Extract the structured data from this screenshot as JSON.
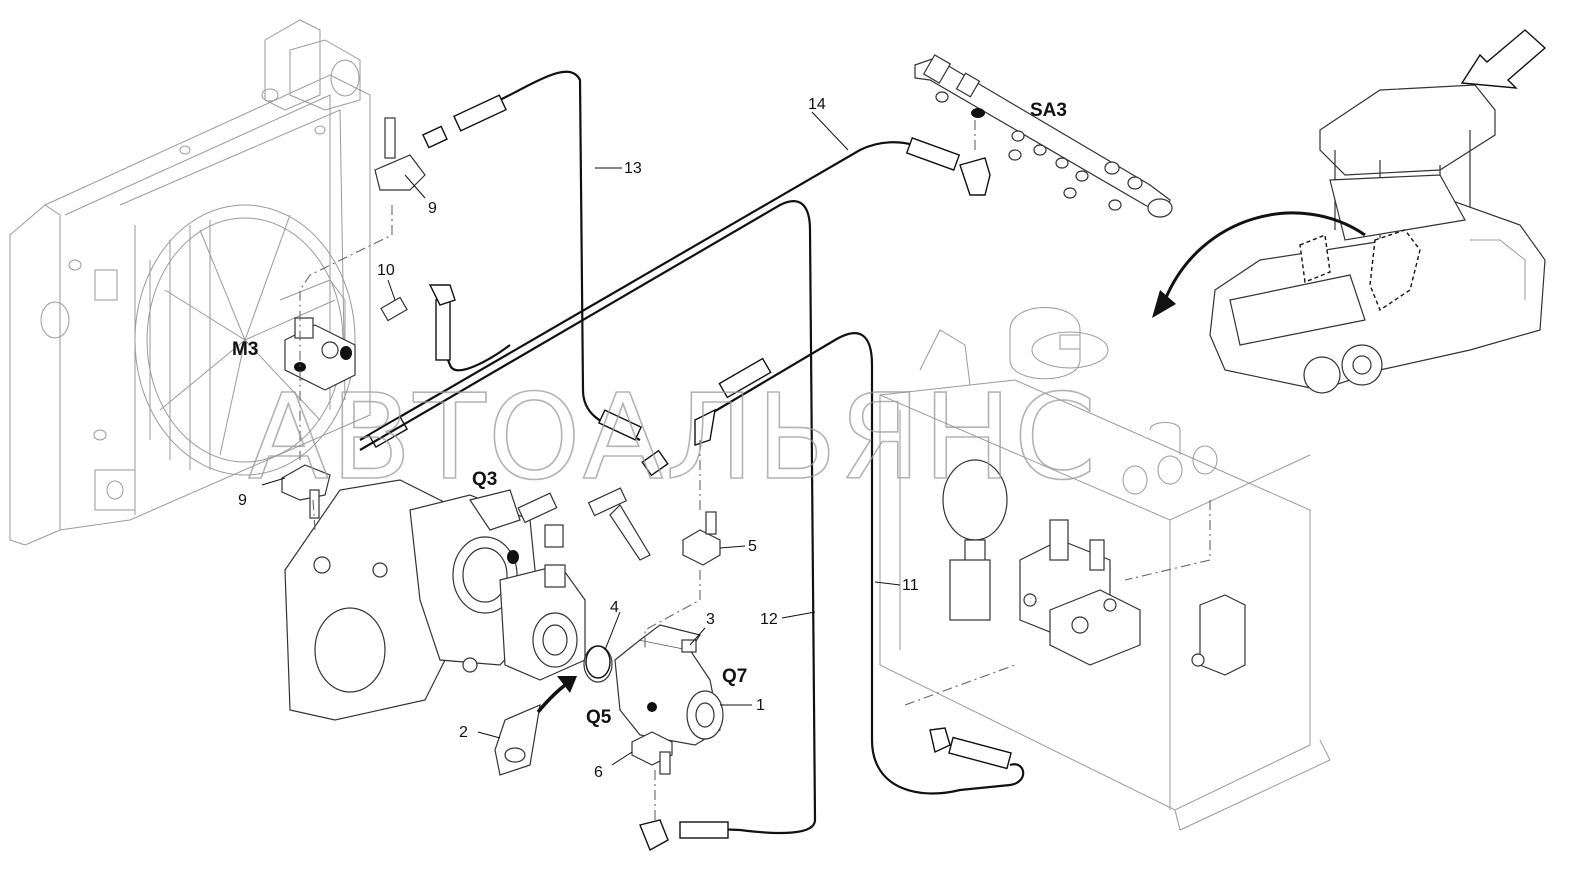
{
  "watermark": "АВТОАЛЬЯНС",
  "callouts": {
    "c1": "1",
    "c2": "2",
    "c3": "3",
    "c4": "4",
    "c5": "5",
    "c6": "6",
    "c9a": "9",
    "c9b": "9",
    "c10": "10",
    "c11": "11",
    "c12": "12",
    "c13": "13",
    "c14": "14"
  },
  "components": {
    "m3": "M3",
    "q3": "Q3",
    "q5": "Q5",
    "q7": "Q7",
    "sa3": "SA3"
  },
  "icons": [
    "view-direction-arrow-icon",
    "location-curved-arrow-icon",
    "mounting-arrow-icon"
  ]
}
